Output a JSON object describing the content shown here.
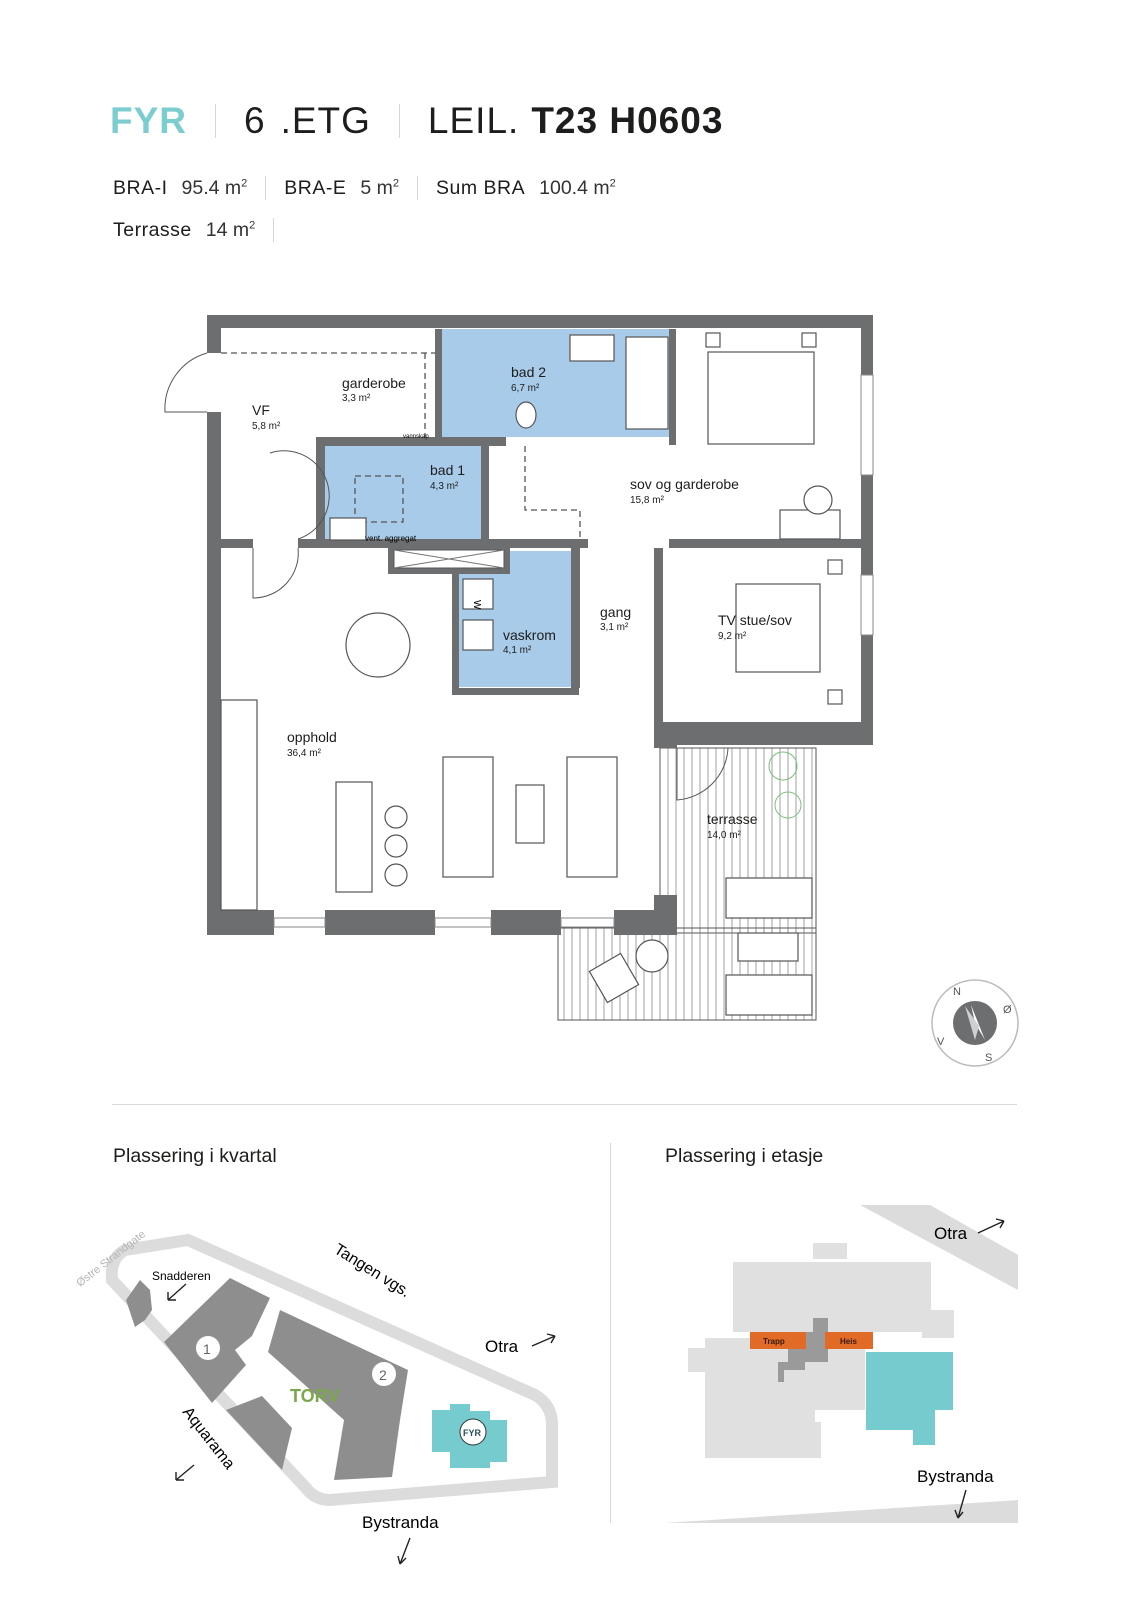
{
  "header": {
    "brand": "FYR",
    "floor_number": "6",
    "floor_label": ".ETG",
    "unit_prefix": "LEIL.",
    "unit_id": "T23 H0603"
  },
  "areas": [
    {
      "label": "BRA-I",
      "value": "95.4 m",
      "sup": "2"
    },
    {
      "label": "BRA-E",
      "value": "5 m",
      "sup": "2"
    },
    {
      "label": "Sum BRA",
      "value": "100.4 m",
      "sup": "2"
    },
    {
      "label": "Terrasse",
      "value": "14 m",
      "sup": "2"
    }
  ],
  "plan": {
    "rooms": [
      {
        "name": "VF",
        "area": "5,8 m²"
      },
      {
        "name": "garderobe",
        "area": "3,3 m²"
      },
      {
        "name": "bad 2",
        "area": "6,7 m²"
      },
      {
        "name": "bad 1",
        "area": "4,3 m²"
      },
      {
        "name": "sov og garderobe",
        "area": "15,8 m²"
      },
      {
        "name": "vaskrom",
        "area": "4,1 m²"
      },
      {
        "name": "gang",
        "area": "3,1 m²"
      },
      {
        "name": "TV stue/sov",
        "area": "9,2 m²"
      },
      {
        "name": "opphold",
        "area": "36,4 m²"
      },
      {
        "name": "terrasse",
        "area": "14,0 m²"
      }
    ],
    "annotations": {
      "vent": "vent. aggregat",
      "vannskap": "vannskap",
      "washer": "W"
    },
    "compass": {
      "n": "N",
      "e": "Ø",
      "s": "S",
      "w": "V"
    },
    "colors": {
      "wall": "#6d6e70",
      "wet_room": "#a9cbea",
      "accent": "#7ccdd0"
    }
  },
  "location_block": {
    "title": "Plassering i kvartal",
    "labels": {
      "street": "Østre Strandgate",
      "snadderen": "Snadderen",
      "tangen": "Tangen vgs.",
      "otra": "Otra",
      "aquarama": "Aquarama",
      "bystranda": "Bystranda",
      "torv": "TORV",
      "b1": "1",
      "b2": "2",
      "fyr": "FYR"
    },
    "colors": {
      "torv": "#7aa84a",
      "fyr": "#76cbcf",
      "building": "#8e8e8e",
      "road": "#dcdcdc"
    }
  },
  "floor_block": {
    "title": "Plassering i etasje",
    "labels": {
      "otra": "Otra",
      "bystranda": "Bystranda",
      "trapp": "Trapp",
      "heis": "Heis"
    },
    "colors": {
      "stair": "#e06a26",
      "unit": "#76cbcf",
      "other": "#e0e0e0",
      "core": "#9a9a9a"
    }
  }
}
